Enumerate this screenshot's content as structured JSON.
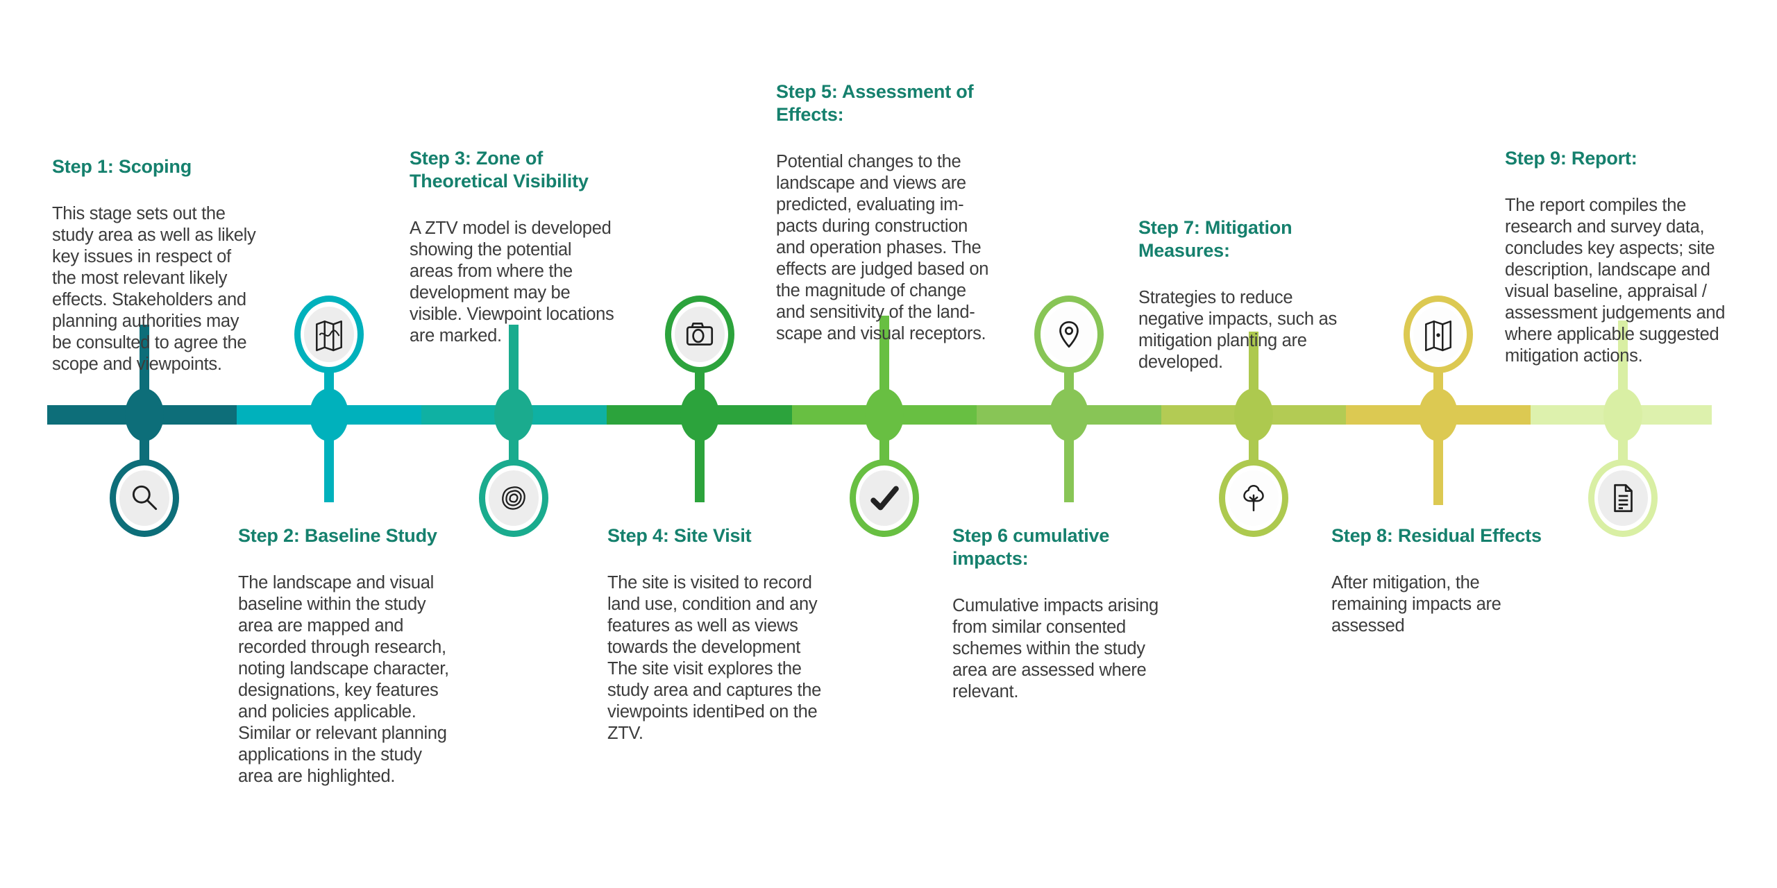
{
  "palette": {
    "heading_color": "#15806d",
    "body_color": "#3c3c3c",
    "icon_stroke": "#1f1f1f",
    "background": "#ffffff"
  },
  "steps": [
    {
      "title": "Step 1: Scoping",
      "body": "This stage sets out the\nstudy area as well as likely\nkey issues in respect of\nthe most relevant likely\neffects. Stakeholders and\nplanning authorities may\nbe consulted to agree the\nscope and viewpoints.",
      "color": "#0d6e79",
      "segment_color": "#0d6e79",
      "icon": "magnifier-icon",
      "icon_bg": "#ededed",
      "text_position": "above",
      "icon_position": "below"
    },
    {
      "title": "Step 2: Baseline Study",
      "body": "The landscape and visual\nbaseline within the study\narea are mapped and\nrecorded through research,\nnoting landscape character,\ndesignations, key features\nand policies applicable.\nSimilar or relevant planning\napplications in the study\narea are highlighted.",
      "color": "#00b1bc",
      "segment_color": "#00b1bc",
      "icon": "map-icon",
      "icon_bg": "#ededed",
      "text_position": "below",
      "icon_position": "above"
    },
    {
      "title": "Step 3: Zone of\nTheoretical Visibility",
      "body": "A ZTV model is developed\nshowing the potential\nareas from where the\ndevelopment may be\nvisible. Viewpoint locations\nare marked.",
      "color": "#1aab8e",
      "segment_color": "#0fb1a3",
      "icon": "contour-icon",
      "icon_bg": "#ededed",
      "text_position": "above",
      "icon_position": "below"
    },
    {
      "title": "Step 4: Site Visit",
      "body": "The site is visited to record\nland use, condition and any\nfeatures as well as views\ntowards the development\nThe site visit explores the\nstudy area and captures the\nviewpoints identiÞed on the\nZTV.",
      "color": "#2ca33c",
      "segment_color": "#2ca33c",
      "icon": "camera-icon",
      "icon_bg": "#ededed",
      "text_position": "below",
      "icon_position": "above"
    },
    {
      "title": "Step 5: Assessment of\nEffects:",
      "body": "Potential changes to the\nlandscape and views are\npredicted, evaluating im-\npacts during construction\nand operation phases. The\neffects are judged based on\nthe magnitude of change\nand sensitivity of the land-\nscape and visual receptors.",
      "color": "#68bf42",
      "segment_color": "#68bf42",
      "icon": "checkmark-icon",
      "icon_bg": "#ededed",
      "text_position": "above",
      "icon_position": "below"
    },
    {
      "title": "Step 6 cumulative\nimpacts:",
      "body": "Cumulative impacts arising\nfrom similar consented\nschemes within the study\narea are assessed where\nrelevant.",
      "color": "#88c556",
      "segment_color": "#88c556",
      "icon": "location-pin-icon",
      "icon_bg": "#fdfdfd",
      "text_position": "below",
      "icon_position": "above"
    },
    {
      "title": "Step 7: Mitigation\nMeasures:",
      "body": "Strategies to reduce\nnegative impacts, such as\nmitigation planting are\ndeveloped.",
      "color": "#adc94f",
      "segment_color": "#b3cb54",
      "icon": "tree-icon",
      "icon_bg": "#fdfdfd",
      "text_position": "above",
      "icon_position": "below"
    },
    {
      "title": "Step 8: Residual Effects",
      "body": "After mitigation, the\nremaining impacts are\nassessed",
      "color": "#dcc952",
      "segment_color": "#dcc952",
      "icon": "folded-map-marker-icon",
      "icon_bg": "#fdfdfd",
      "text_position": "below",
      "icon_position": "above"
    },
    {
      "title": "Step 9: Report:",
      "body": "The report compiles the\nresearch and survey data,\nconcludes key aspects; site\ndescription, landscape and\nvisual baseline, appraisal /\nassessment judgements and\nwhere applicable suggested\nmitigation actions.",
      "color": "#d9efa4",
      "segment_color": "#ddf1ad",
      "icon": "document-icon",
      "icon_bg": "#ededed",
      "text_position": "above",
      "icon_position": "below"
    }
  ]
}
